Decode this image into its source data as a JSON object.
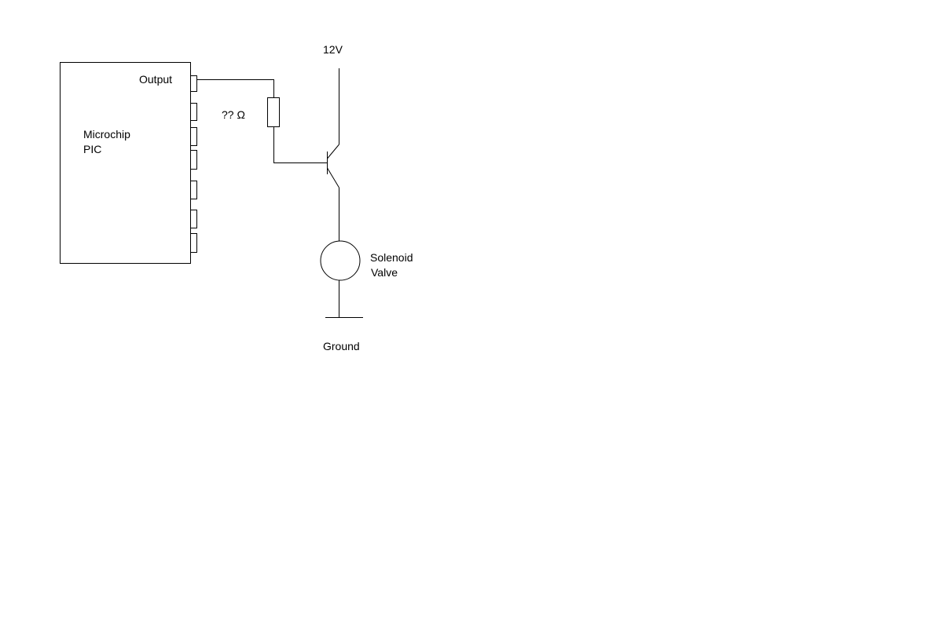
{
  "diagram": {
    "chip": {
      "name_line1": "Microchip",
      "name_line2": "PIC",
      "output_label": "Output",
      "pin_count": 7
    },
    "resistor": {
      "label": "?? Ω"
    },
    "supply": {
      "label": "12V"
    },
    "load": {
      "label_line1": "Solenoid",
      "label_line2": "Valve"
    },
    "ground": {
      "label": "Ground"
    }
  },
  "colors": {
    "line": "#000000",
    "background": "#ffffff"
  }
}
